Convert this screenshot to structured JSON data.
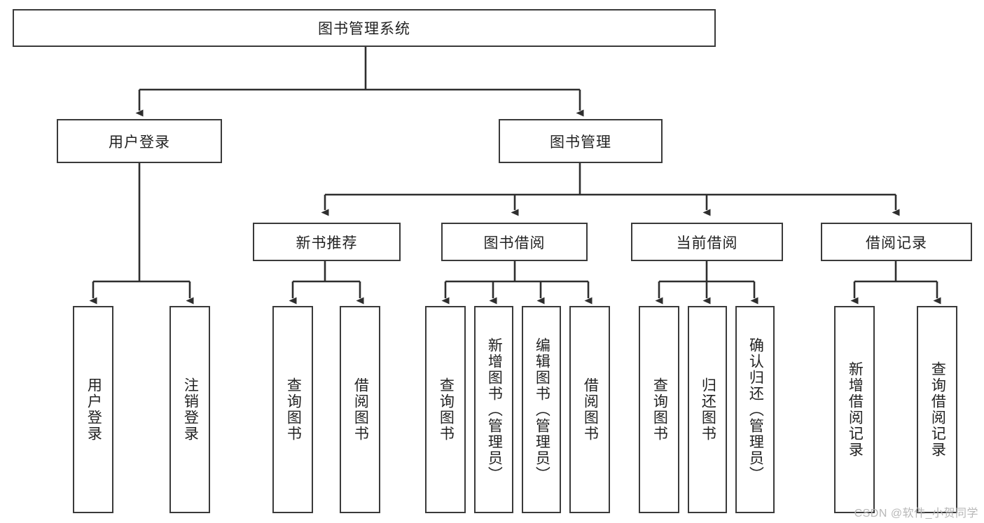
{
  "diagram": {
    "title": "图书管理系统",
    "type": "tree-hierarchy",
    "root": {
      "label": "图书管理系统"
    },
    "level2": [
      {
        "label": "用户登录"
      },
      {
        "label": "图书管理"
      }
    ],
    "level3": [
      {
        "label": "新书推荐"
      },
      {
        "label": "图书借阅"
      },
      {
        "label": "当前借阅"
      },
      {
        "label": "借阅记录"
      }
    ],
    "leaves": {
      "user_login": [
        {
          "label": "用户登录"
        },
        {
          "label": "注销登录"
        }
      ],
      "new_book_recommend": [
        {
          "label": "查询图书"
        },
        {
          "label": "借阅图书"
        }
      ],
      "book_borrow": [
        {
          "label": "查询图书"
        },
        {
          "label": "新增图书（管理员）"
        },
        {
          "label": "编辑图书（管理员）"
        },
        {
          "label": "借阅图书"
        }
      ],
      "current_borrow": [
        {
          "label": "查询图书"
        },
        {
          "label": "归还图书"
        },
        {
          "label": "确认归还（管理员）"
        }
      ],
      "borrow_record": [
        {
          "label": "新增借阅记录"
        },
        {
          "label": "查询借阅记录"
        }
      ]
    }
  },
  "watermark": {
    "text": "CSDN @软件_小贺同学"
  },
  "colors": {
    "stroke": "#3a3a3a",
    "text": "#222222",
    "background": "#ffffff",
    "watermark": "#b8b8b8"
  }
}
